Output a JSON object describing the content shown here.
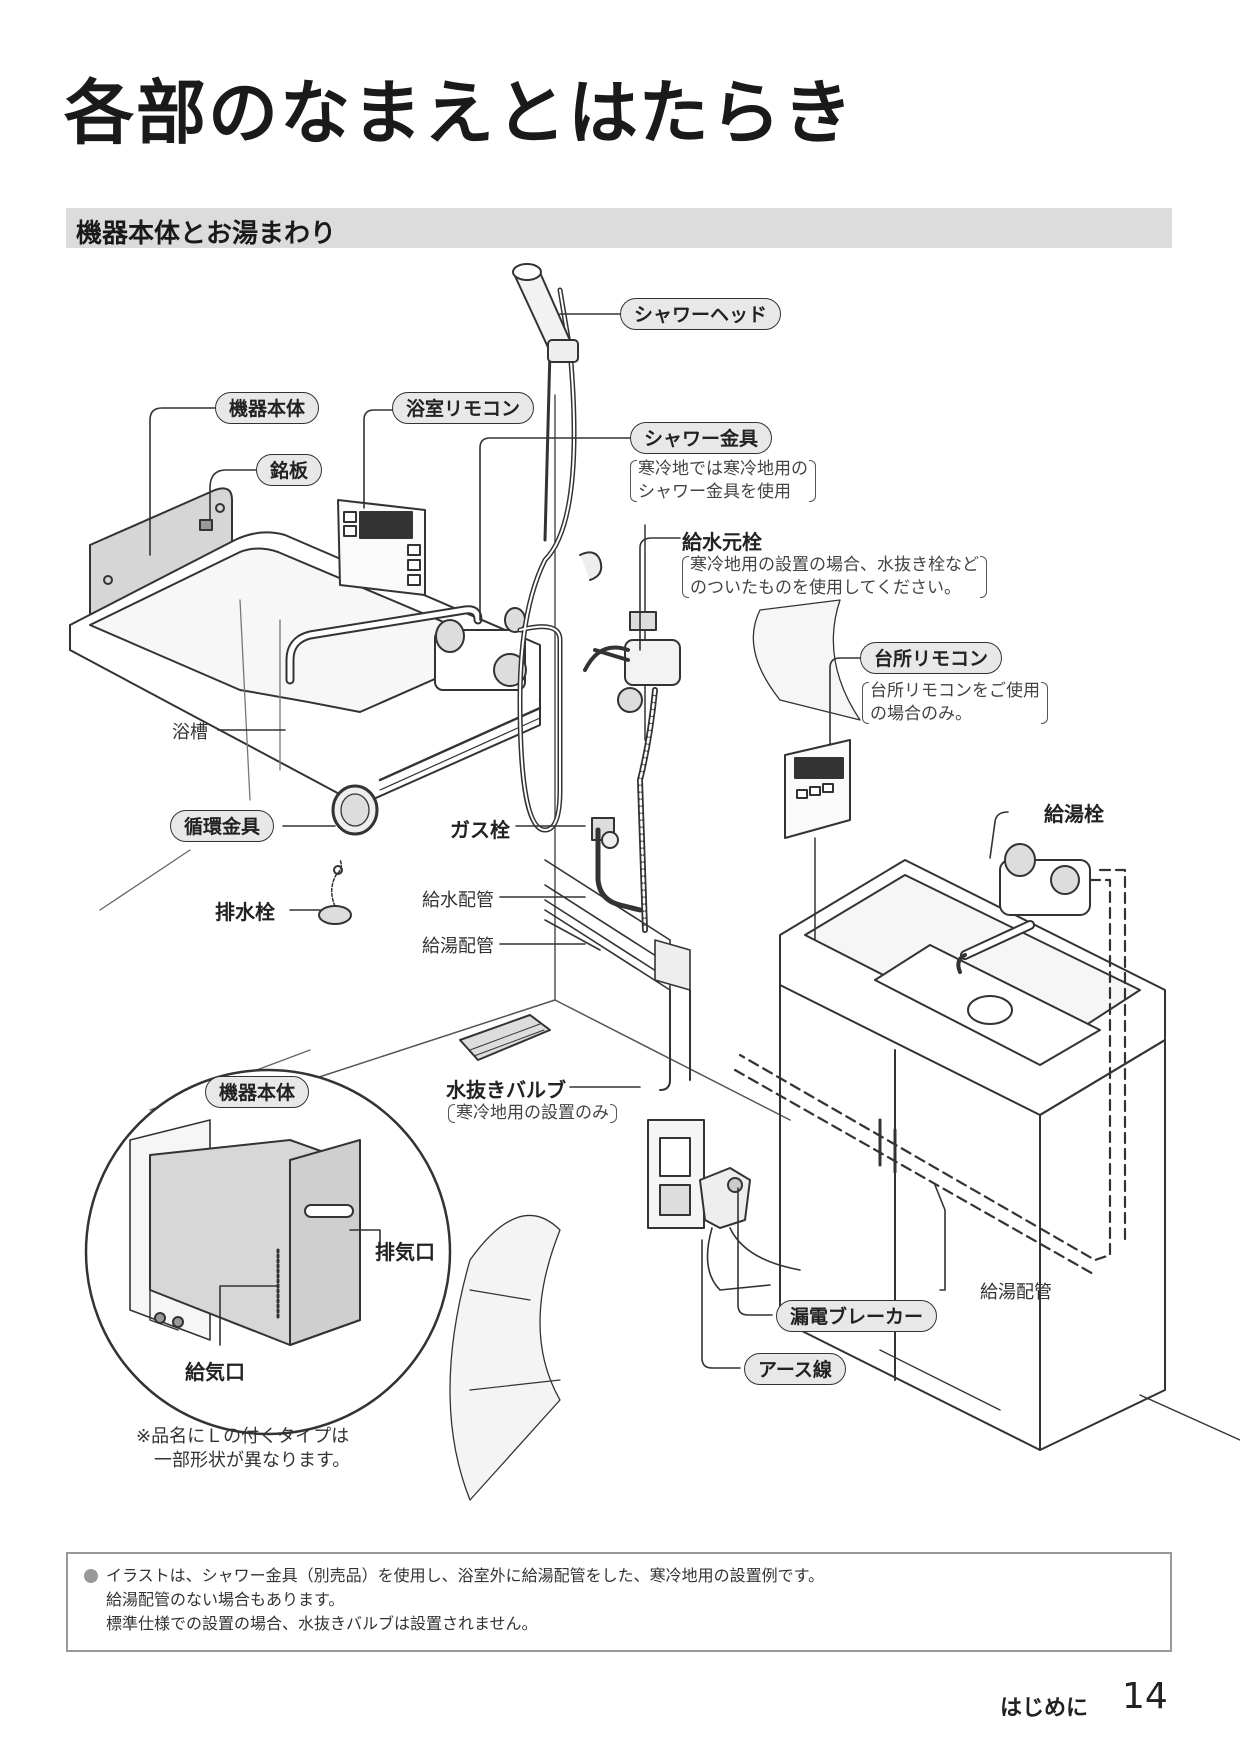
{
  "page": {
    "title": "各部のなまえとはたらき",
    "section_title": "機器本体とお湯まわり",
    "footer_label": "はじめに",
    "page_number": "14"
  },
  "labels": {
    "shower_head": "シャワーヘッド",
    "unit_body": "機器本体",
    "bath_remote": "浴室リモコン",
    "nameplate": "銘板",
    "shower_fitting": "シャワー金具",
    "shower_fitting_note_1": "寒冷地では寒冷地用の",
    "shower_fitting_note_2": "シャワー金具を使用",
    "main_water_valve": "給水元栓",
    "main_water_valve_note_1": "寒冷地用の設置の場合、水抜き栓など",
    "main_water_valve_note_2": "のついたものを使用してください。",
    "kitchen_remote": "台所リモコン",
    "kitchen_remote_note_1": "台所リモコンをご使用",
    "kitchen_remote_note_2": "の場合のみ。",
    "bathtub": "浴槽",
    "circulation_fitting": "循環金具",
    "gas_valve": "ガス栓",
    "hot_water_tap": "給湯栓",
    "drain_plug": "排水栓",
    "water_supply_pipe": "給水配管",
    "hot_water_pipe": "給湯配管",
    "drain_valve": "水抜きバルブ",
    "drain_valve_note": "寒冷地用の設置のみ",
    "inset_unit_body": "機器本体",
    "exhaust_port": "排気口",
    "intake_port": "給気口",
    "hot_water_pipe_right": "給湯配管",
    "leakage_breaker": "漏電ブレーカー",
    "ground_wire": "アース線"
  },
  "caption": {
    "line1": "※品名にＬの付くタイプは",
    "line2": "一部形状が異なります。"
  },
  "footer_notes": [
    "イラストは、シャワー金具（別売品）を使用し、浴室外に給湯配管をした、寒冷地用の設置例です。",
    "給湯配管のない場合もあります。",
    "標準仕様での設置の場合、水抜きバルブは設置されません。"
  ]
}
